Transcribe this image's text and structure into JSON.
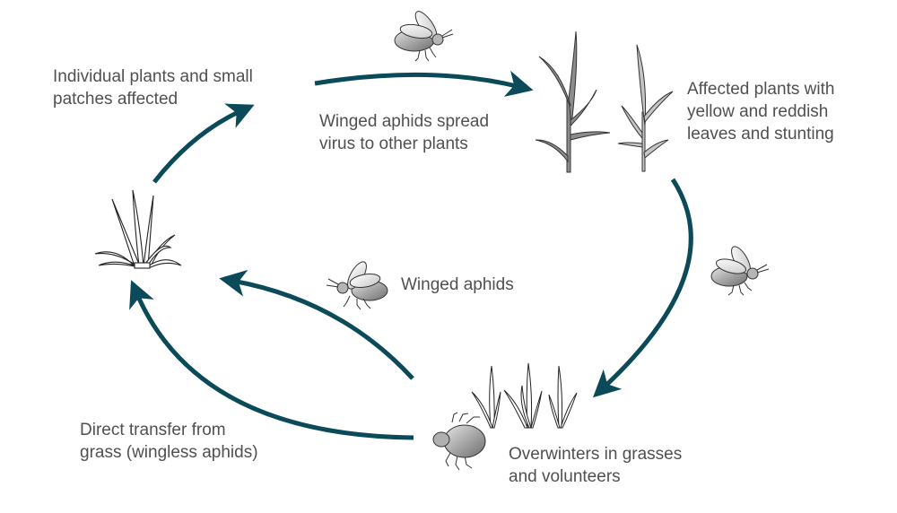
{
  "diagram": {
    "title": "Aphid-transmitted virus disease cycle",
    "colors": {
      "arrow": "#0b4a58",
      "text": "#505050",
      "plant_dark": "#8c8c8c",
      "plant_light": "#bdbdbd",
      "aphid_body": "#a6a6a6",
      "outline": "#333333"
    },
    "labels": {
      "individual_plants": [
        "Individual plants and small",
        "patches affected"
      ],
      "winged_spread": [
        "Winged aphids spread",
        "virus to other plants"
      ],
      "affected_plants": [
        "Affected plants with",
        "yellow and reddish",
        "leaves and stunting"
      ],
      "winged_aphids": [
        "Winged aphids"
      ],
      "overwinters": [
        "Overwinters in grasses",
        "and volunteers"
      ],
      "direct_transfer": [
        "Direct transfer from",
        "grass (wingless aphids)"
      ]
    },
    "nodes": [
      {
        "id": "seedling",
        "icon": "grass-seedling-icon",
        "label_key": "individual_plants"
      },
      {
        "id": "affected-plants",
        "icon": "stunted-plants-icon",
        "label_key": "affected_plants"
      },
      {
        "id": "grasses",
        "icon": "grass-clump-icon",
        "label_key": "overwinters"
      }
    ],
    "edges": [
      {
        "from": "seedling",
        "to": "individual-plants",
        "label_key": null
      },
      {
        "from": "individual-plants",
        "to": "affected-plants",
        "label_key": "winged_spread"
      },
      {
        "from": "affected-plants",
        "to": "grasses",
        "label_key": null
      },
      {
        "from": "grasses",
        "to": "seedling",
        "label_key": "winged_aphids"
      },
      {
        "from": "grasses",
        "to": "seedling",
        "label_key": "direct_transfer"
      }
    ]
  }
}
